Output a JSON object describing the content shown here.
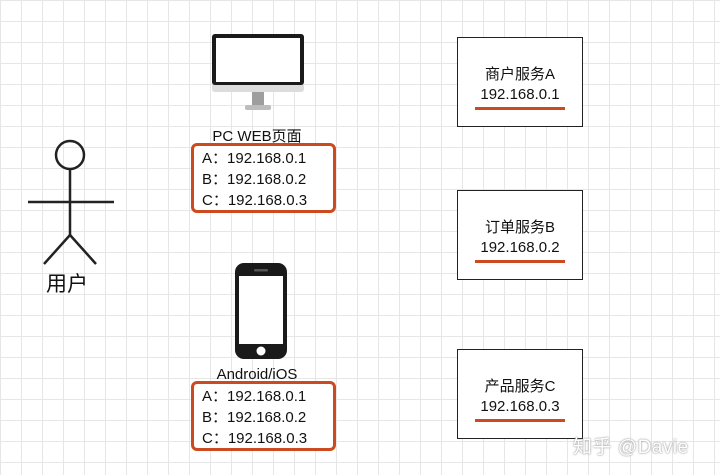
{
  "user": {
    "label": "用户"
  },
  "devices": [
    {
      "label": "PC WEB页面",
      "icon": "desktop-monitor-icon",
      "ips": [
        "A：192.168.0.1",
        "B：192.168.0.2",
        "C：192.168.0.3"
      ]
    },
    {
      "label": "Android/iOS",
      "icon": "smartphone-icon",
      "ips": [
        "A：192.168.0.1",
        "B：192.168.0.2",
        "C：192.168.0.3"
      ]
    }
  ],
  "services": [
    {
      "name": "商户服务A",
      "ip": "192.168.0.1"
    },
    {
      "name": "订单服务B",
      "ip": "192.168.0.2"
    },
    {
      "name": "产品服务C",
      "ip": "192.168.0.3"
    }
  ],
  "watermark": "知乎 @Davie",
  "colors": {
    "highlight": "#cc4a1f",
    "grid": "#e6e6e6",
    "outline": "#222222"
  }
}
